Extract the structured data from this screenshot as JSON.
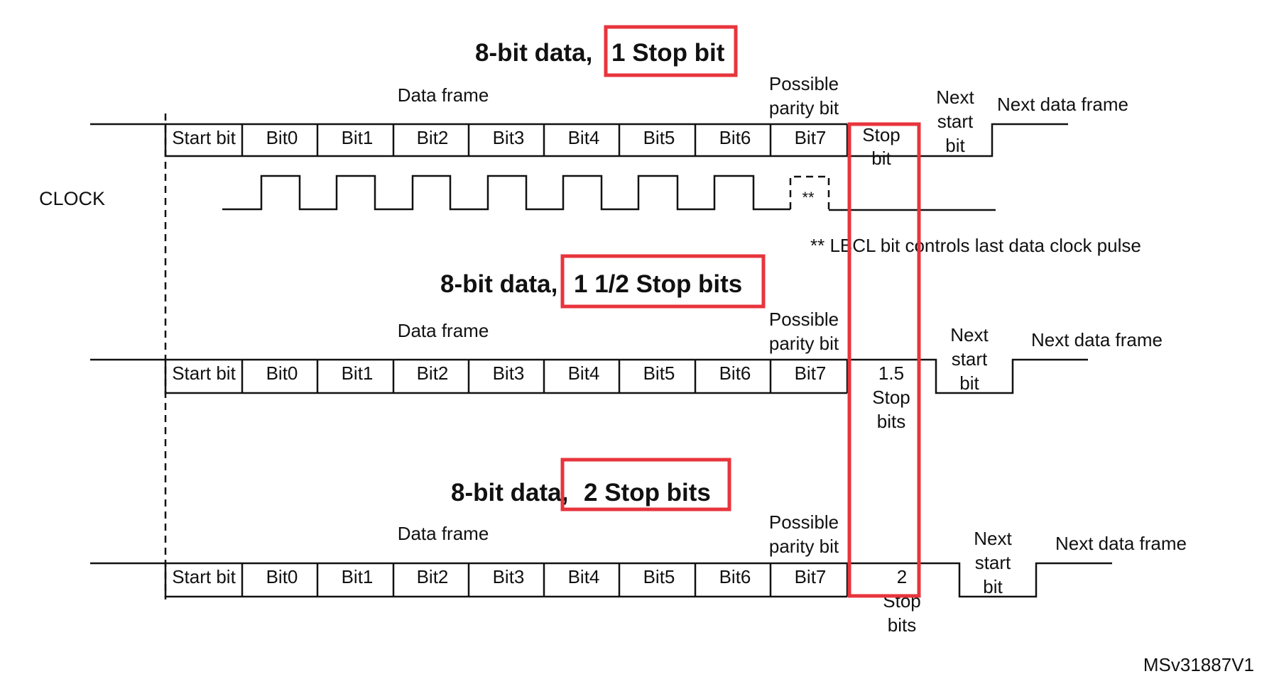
{
  "clock_label": "CLOCK",
  "lbcl_note": "** LBCL bit controls last data clock pulse",
  "clock_marker": "**",
  "footer_code": "MSv31887V1",
  "cells": [
    "Start bit",
    "Bit0",
    "Bit1",
    "Bit2",
    "Bit3",
    "Bit4",
    "Bit5",
    "Bit6",
    "Bit7"
  ],
  "data_frame_label": "Data frame",
  "parity_label": [
    "Possible",
    "parity bit"
  ],
  "next_start_label": [
    "Next",
    "start",
    "bit"
  ],
  "next_frame_label": "Next data frame",
  "frames": [
    {
      "title_prefix": "8-bit data,",
      "title_highlight": "1 Stop bit",
      "stop_label": [
        "Stop",
        "bit"
      ]
    },
    {
      "title_prefix": "8-bit data,",
      "title_highlight": "1 1/2 Stop bits",
      "stop_label": [
        "1.5",
        "Stop",
        "bits"
      ]
    },
    {
      "title_prefix": "8-bit data,",
      "title_highlight": "2 Stop bits",
      "stop_label": [
        "2",
        "Stop",
        "bits"
      ]
    }
  ],
  "colors": {
    "highlight": "#e8343c",
    "ink": "#111111"
  }
}
